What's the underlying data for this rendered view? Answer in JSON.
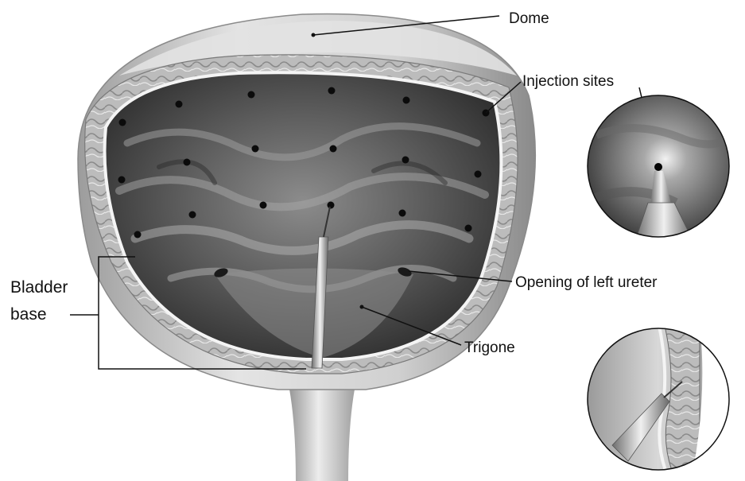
{
  "labels": {
    "dome": "Dome",
    "injection_sites": "Injection sites",
    "bladder_line1": "Bladder",
    "bladder_line2": "base",
    "opening_left_ureter": "Opening of left ureter",
    "trigone": "Trigone"
  },
  "colors": {
    "outer_shell": "#d4d4d4",
    "wall_tissue": "#b9b9b9",
    "mucosa_dark": "#303030",
    "mucosa_light": "#9a9a9a",
    "dot": "#0b0b0b",
    "leader": "#111111"
  }
}
